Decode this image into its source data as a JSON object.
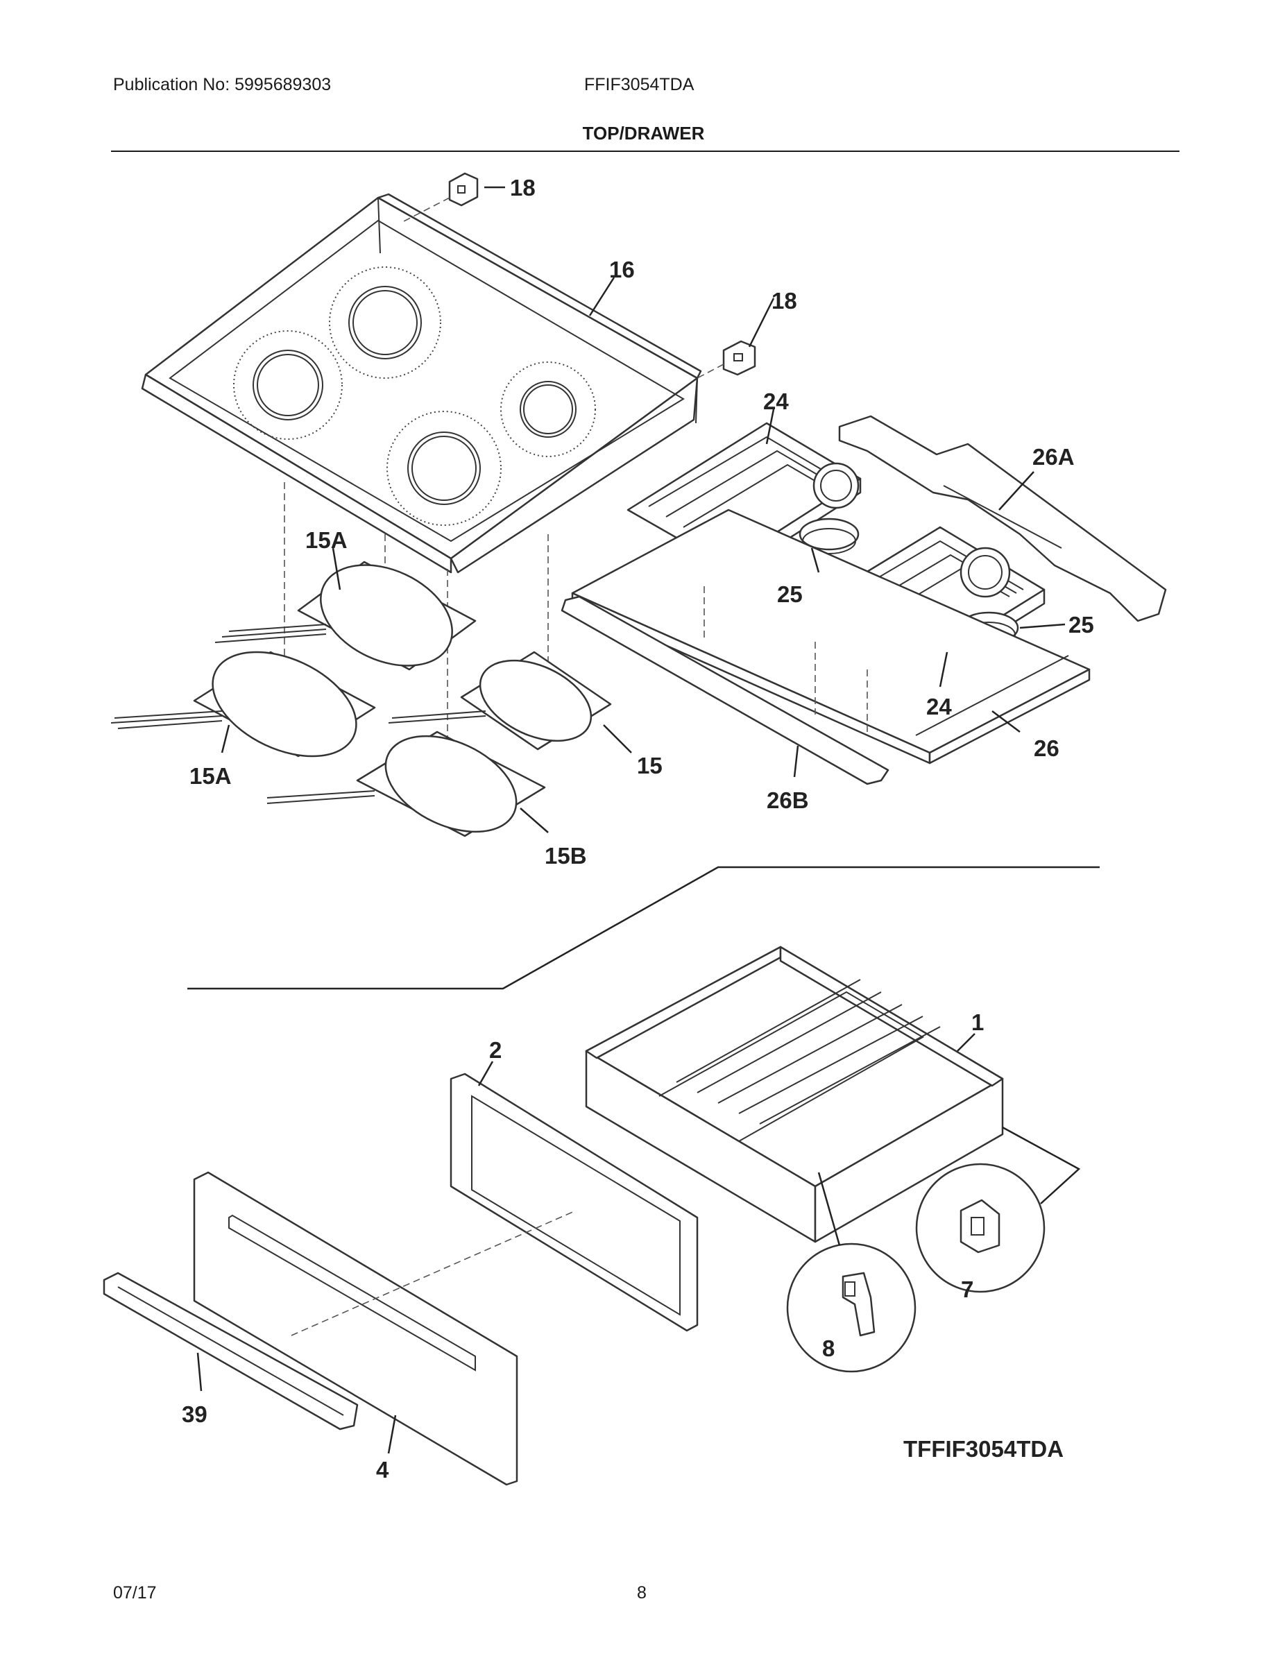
{
  "header": {
    "publication": "Publication No: 5995689303",
    "model": "FFIF3054TDA",
    "section_title": "TOP/DRAWER"
  },
  "callouts": {
    "c18a": "18",
    "c16": "16",
    "c18b": "18",
    "c24a": "24",
    "c26a": "26A",
    "c15a_1": "15A",
    "c25a": "25",
    "c25b": "25",
    "c24b": "24",
    "c26": "26",
    "c15": "15",
    "c15a_2": "15A",
    "c26b": "26B",
    "c15b": "15B",
    "c1": "1",
    "c2": "2",
    "c7": "7",
    "c8": "8",
    "c39": "39",
    "c4": "4"
  },
  "diagram_id": "TFFIF3054TDA",
  "footer": {
    "date": "07/17",
    "page": "8"
  }
}
